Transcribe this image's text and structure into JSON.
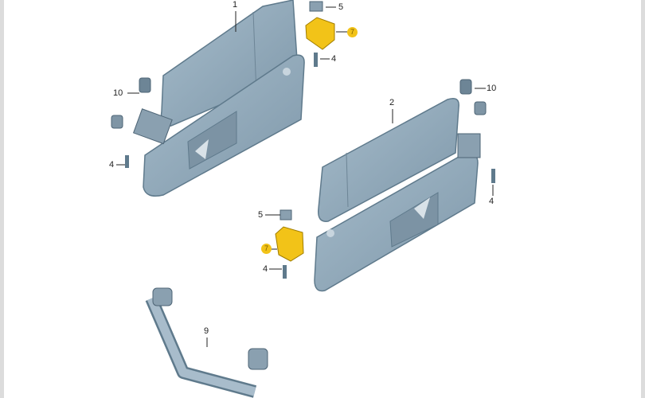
{
  "diagram": {
    "parts": [
      {
        "id": "visor-left",
        "label": "1"
      },
      {
        "id": "visor-right",
        "label": "2"
      },
      {
        "id": "screw-a",
        "label": "4"
      },
      {
        "id": "clip-a",
        "label": "5"
      },
      {
        "id": "bracket-a",
        "label": "7"
      },
      {
        "id": "handle",
        "label": "9"
      },
      {
        "id": "cap-a",
        "label": "10"
      }
    ],
    "callouts": {
      "c1": "1",
      "c5a": "5",
      "c7a": "7",
      "c4a": "4",
      "c10a": "10",
      "c4b": "4",
      "c2": "2",
      "c10b": "10",
      "c4c": "4",
      "c5b": "5",
      "c7b": "7",
      "c4d": "4",
      "c9": "9"
    },
    "colors": {
      "visor": "#93aabb",
      "visor_dark": "#5f7a8c",
      "bracket": "#f2c318"
    }
  }
}
